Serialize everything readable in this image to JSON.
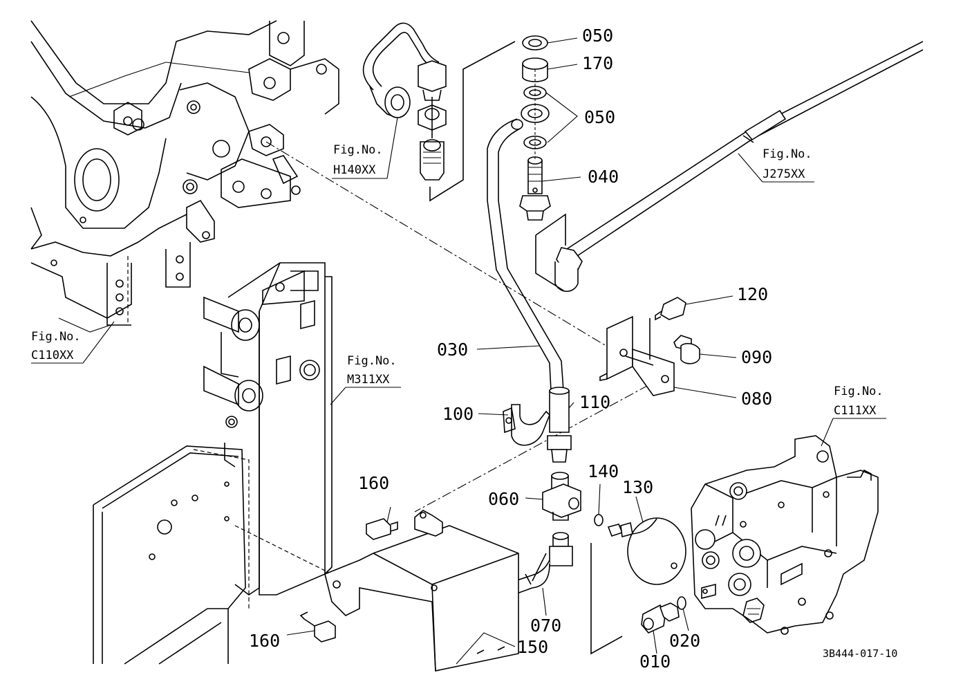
{
  "figure_refs": [
    {
      "id": "h140",
      "line1": "Fig.No.",
      "line2": "H140XX"
    },
    {
      "id": "j275",
      "line1": "Fig.No.",
      "line2": "J275XX"
    },
    {
      "id": "c110",
      "line1": "Fig.No.",
      "line2": "C110XX"
    },
    {
      "id": "m311",
      "line1": "Fig.No.",
      "line2": "M311XX"
    },
    {
      "id": "c111",
      "line1": "Fig.No.",
      "line2": "C111XX"
    }
  ],
  "callouts": [
    {
      "id": "p050a",
      "label": "050"
    },
    {
      "id": "p170",
      "label": "170"
    },
    {
      "id": "p050b",
      "label": "050"
    },
    {
      "id": "p040",
      "label": "040"
    },
    {
      "id": "p120",
      "label": "120"
    },
    {
      "id": "p030",
      "label": "030"
    },
    {
      "id": "p090",
      "label": "090"
    },
    {
      "id": "p110",
      "label": "110"
    },
    {
      "id": "p100",
      "label": "100"
    },
    {
      "id": "p080",
      "label": "080"
    },
    {
      "id": "p140",
      "label": "140"
    },
    {
      "id": "p160a",
      "label": "160"
    },
    {
      "id": "p130",
      "label": "130"
    },
    {
      "id": "p060",
      "label": "060"
    },
    {
      "id": "p070",
      "label": "070"
    },
    {
      "id": "p020",
      "label": "020"
    },
    {
      "id": "p160b",
      "label": "160"
    },
    {
      "id": "p150",
      "label": "150"
    },
    {
      "id": "p010",
      "label": "010"
    }
  ],
  "drawing_code": "3B444-017-10"
}
